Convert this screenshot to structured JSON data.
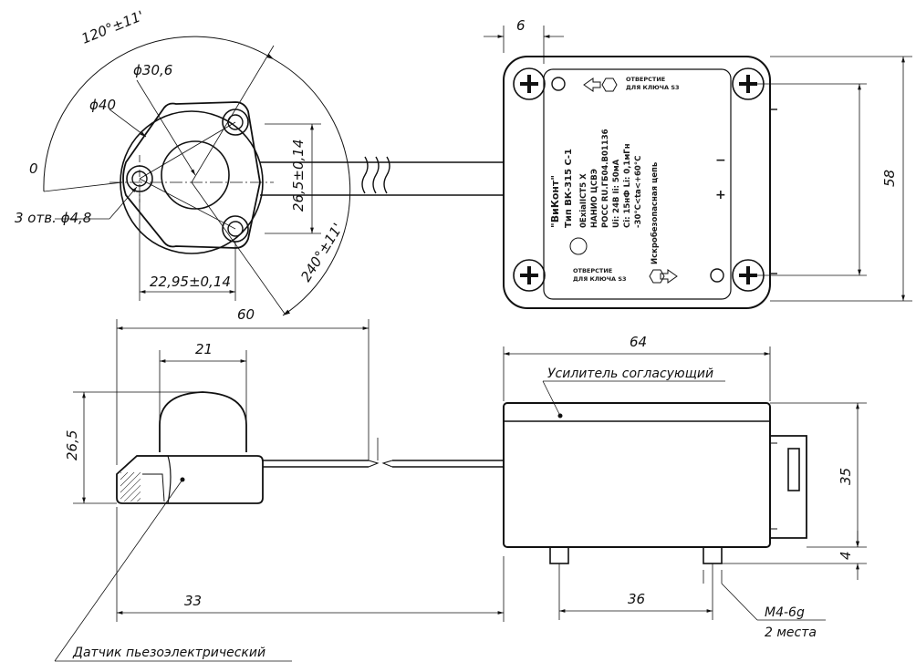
{
  "dimensions": {
    "angle_120": "120°±11'",
    "angle_0": "0",
    "d30_6": "ϕ30,6",
    "d40": "ϕ40",
    "holes": "3 отв. ϕ4,8",
    "d26_5": "26,5±0,14",
    "d22_95": "22,95±0,14",
    "angle_240": "240°±11'",
    "d60": "60",
    "d6": "6",
    "d58": "58",
    "d21": "21",
    "d26_5_side": "26,5",
    "d64": "64",
    "d35": "35",
    "d4": "4",
    "d33": "33",
    "d36": "36"
  },
  "labels": {
    "amplifier": "Усилитель согласующий",
    "thread": "M4-6g",
    "places": "2 места",
    "sensor": "Датчик пьезоэлектрический"
  },
  "nameplate": {
    "top_note_1": "ОТВЕРСТИЕ",
    "top_note_2": "ДЛЯ КЛЮЧА S3",
    "bottom_note_1": "ОТВЕРСТИЕ",
    "bottom_note_2": "ДЛЯ КЛЮЧА S3",
    "brand": "\"ВиКонт\"",
    "type": "Тип ВК-315 С-1",
    "line1": "0ExiaIICT5 X",
    "line2": "НАНИО ЦСВЭ",
    "line3": "РОСС RU.ГБ04.В01136",
    "line4": "Ui: 24В      Ii: 50мА",
    "line5": "Ci: 15нФ    Li: 0,1мГн",
    "line6": "-30°С<ta<+60°С",
    "circuit": "Искробезопасная цепь",
    "plus": "+",
    "minus": "−"
  }
}
